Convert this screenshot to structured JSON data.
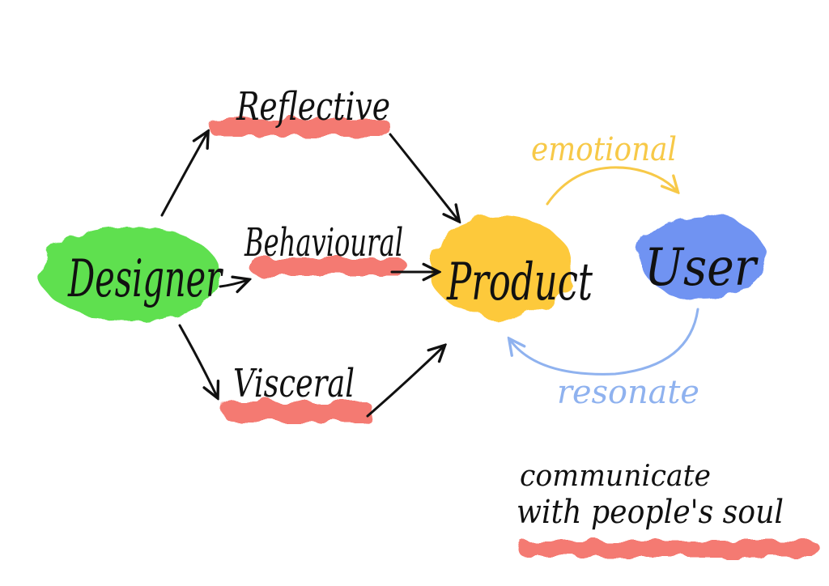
{
  "nodes": {
    "designer": "Designer",
    "reflective": "Reflective",
    "behavioural": "Behavioural",
    "visceral": "Visceral",
    "product": "Product",
    "user": "User"
  },
  "loop": {
    "top_label": "emotional",
    "bottom_label": "resonate"
  },
  "note": {
    "line1": "communicate",
    "line2": "with people's soul"
  },
  "colors": {
    "designer_fill": "#5fe04f",
    "level_highlight": "#f47a72",
    "product_fill": "#fdc93a",
    "user_fill": "#6f93f2",
    "emotional": "#f7c948",
    "resonate": "#8fb2ef",
    "ink": "#111111"
  }
}
